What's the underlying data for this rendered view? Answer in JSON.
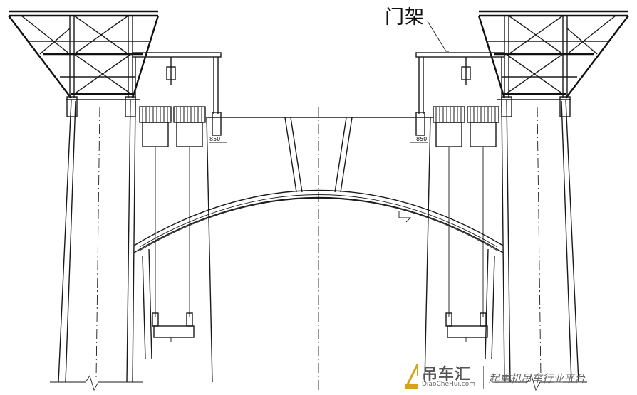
{
  "callout": {
    "label": "门架"
  },
  "dimensions": {
    "left_clearance": "850",
    "right_clearance": "850"
  },
  "watermark": {
    "brand": "吊车汇",
    "url": "DiaoCheHui.com",
    "slogan": "起重机吊车行业平台"
  },
  "colors": {
    "line": "#1a1a1a",
    "watermark_gold": "#d9a21b",
    "watermark_gray": "#666666"
  }
}
